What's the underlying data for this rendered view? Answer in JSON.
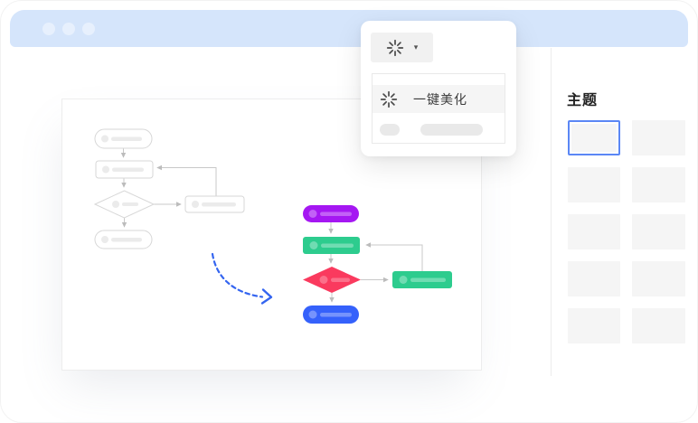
{
  "window": {
    "header": {
      "dot_count": 3,
      "bg_color": "#D5E5FB",
      "dot_color": "#E7F0FD"
    }
  },
  "popup": {
    "button": {
      "icon": "beautify-starburst-icon",
      "caret_glyph": "▾"
    },
    "menu": {
      "item_label": "一键美化",
      "item_icon": "beautify-starburst-icon"
    }
  },
  "sidebar": {
    "title": "主题",
    "thumbnail_count": 10,
    "selected_index": 0,
    "selected_border_color": "#5B87F5"
  },
  "flowchart": {
    "before_style": "grey wireframe",
    "before_nodes": [
      {
        "id": "start",
        "shape": "stadium"
      },
      {
        "id": "process",
        "shape": "rect"
      },
      {
        "id": "decision",
        "shape": "diamond"
      },
      {
        "id": "side-process",
        "shape": "rect"
      },
      {
        "id": "end",
        "shape": "stadium"
      }
    ],
    "after_nodes": [
      {
        "id": "start",
        "shape": "stadium",
        "color": "#A517F2"
      },
      {
        "id": "process",
        "shape": "rect",
        "color": "#2DCC8E"
      },
      {
        "id": "decision",
        "shape": "diamond",
        "color": "#FA3A5E"
      },
      {
        "id": "side-process",
        "shape": "rect",
        "color": "#2DCC8E"
      },
      {
        "id": "end",
        "shape": "stadium",
        "color": "#3561FB"
      }
    ],
    "transform_arrow_color": "#3465F0",
    "connector_color": "#C8C8C8"
  }
}
